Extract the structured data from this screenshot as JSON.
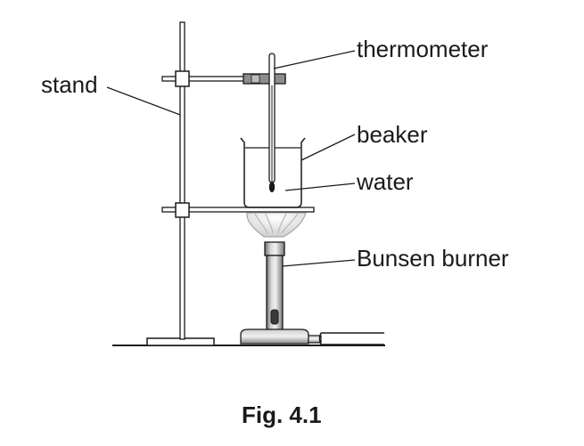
{
  "labels": {
    "thermometer": "thermometer",
    "stand": "stand",
    "beaker": "beaker",
    "water": "water",
    "bunsen_burner": "Bunsen burner"
  },
  "caption": "Fig. 4.1"
}
